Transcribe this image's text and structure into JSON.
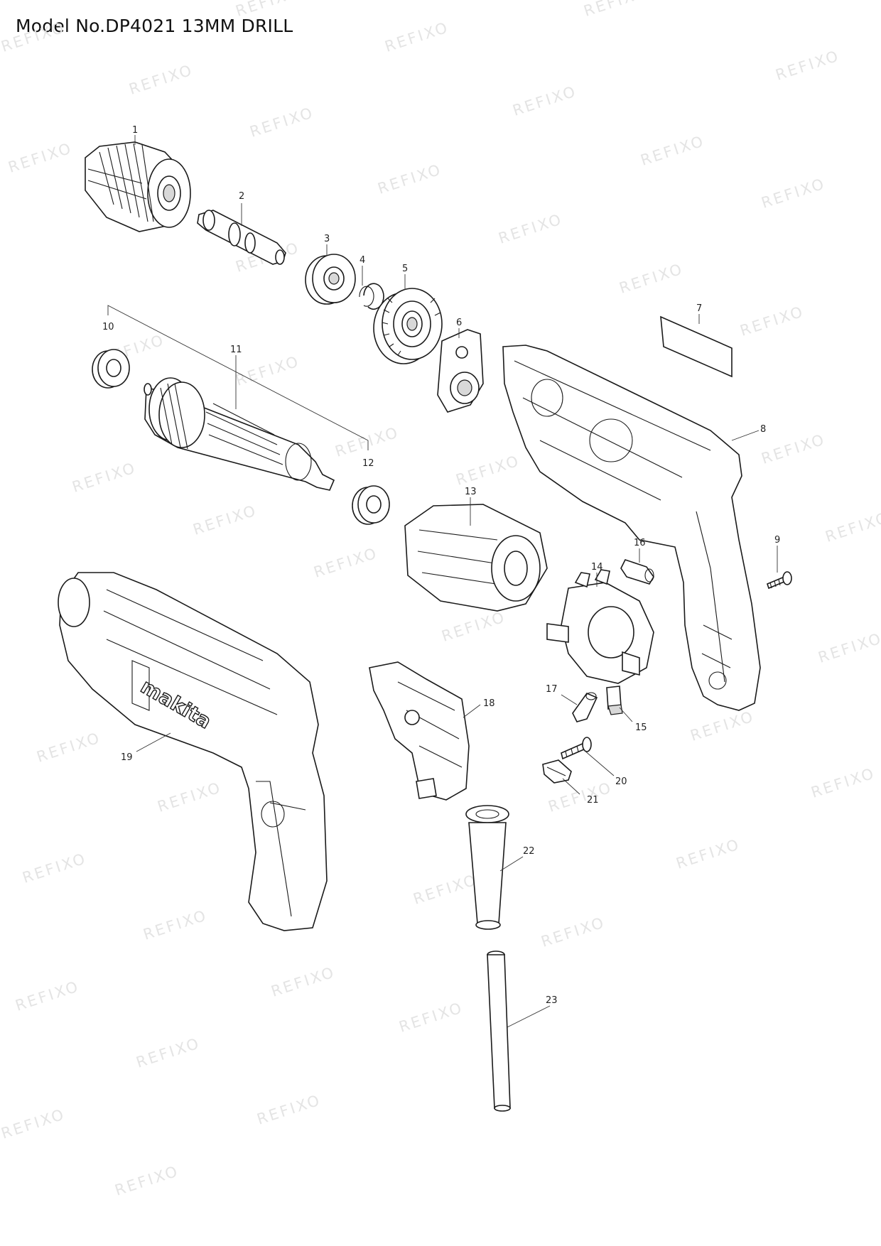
{
  "header": {
    "title": "Model No.DP4021 13MM DRILL"
  },
  "watermark": {
    "text": "REFIXO"
  },
  "diagram": {
    "callouts": [
      "1",
      "2",
      "3",
      "4",
      "5",
      "6",
      "7",
      "8",
      "9",
      "10",
      "11",
      "12",
      "13",
      "14",
      "15",
      "16",
      "17",
      "18",
      "19",
      "20",
      "21",
      "22",
      "23"
    ]
  },
  "brand": {
    "logo_text": "makita"
  }
}
